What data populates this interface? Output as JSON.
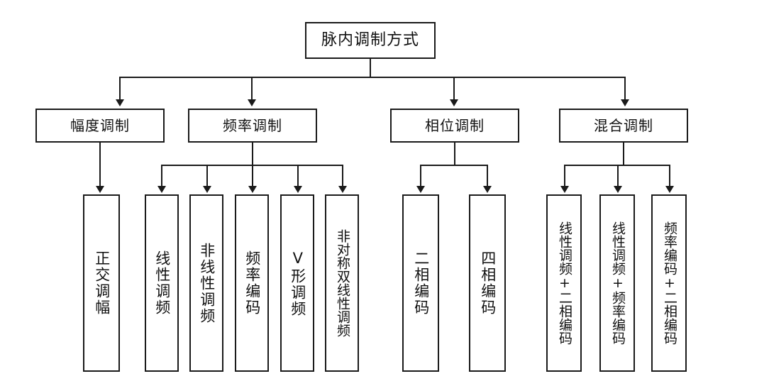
{
  "diagram": {
    "title": "脉内调制方式",
    "type": "tree-diagram",
    "orientation": "top-down",
    "root": {
      "label": "脉内调制方式"
    },
    "branches": [
      {
        "label": "幅度调制",
        "leaves": [
          {
            "label": "正交调幅"
          }
        ]
      },
      {
        "label": "频率调制",
        "leaves": [
          {
            "label": "线性调频"
          },
          {
            "label": "非线性调频"
          },
          {
            "label": "频率编码"
          },
          {
            "label": "V形调频"
          },
          {
            "label": "非对称双线性调频"
          }
        ]
      },
      {
        "label": "相位调制",
        "leaves": [
          {
            "label": "二相编码"
          },
          {
            "label": "四相编码"
          }
        ]
      },
      {
        "label": "混合调制",
        "leaves": [
          {
            "label": "线性调频+二相编码"
          },
          {
            "label": "线性调频+频率编码"
          },
          {
            "label": "频率编码+二相编码"
          }
        ]
      }
    ],
    "colors": {
      "background": "#ffffff",
      "border": "#1a1a1a",
      "text": "#111111",
      "connector": "#1a1a1a"
    }
  }
}
